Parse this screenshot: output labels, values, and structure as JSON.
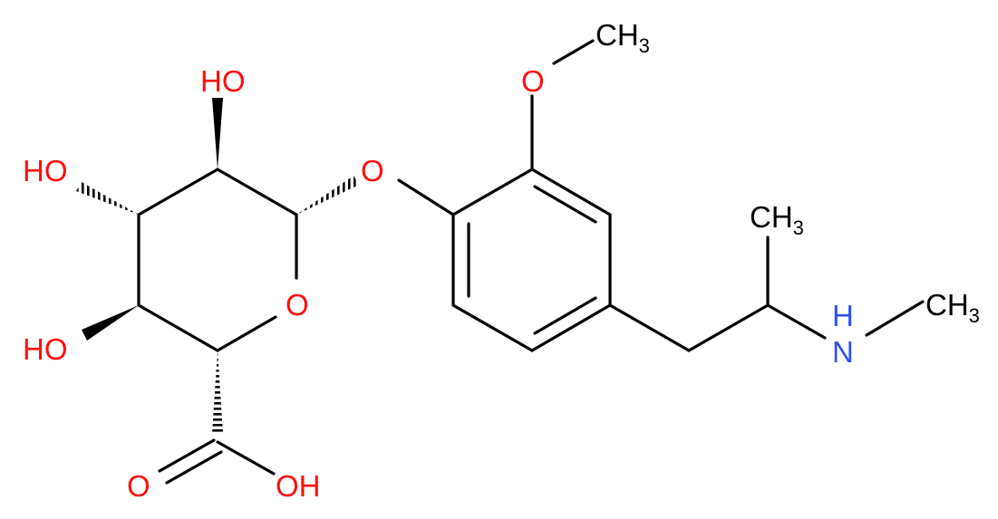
{
  "colors": {
    "bond": "#000000",
    "oxygen": "#ff0d0d",
    "nitrogen": "#3050f8",
    "carbon": "#000000"
  },
  "labels": {
    "oh_top": "HO",
    "oh_left": "HO",
    "oh_bottom_left": "HO",
    "ring_oxygen": "O",
    "glycosidic_oxygen": "O",
    "methoxy_oxygen": "O",
    "methoxy_methyl_main": "CH",
    "methoxy_methyl_sub": "3",
    "side_methyl_main": "CH",
    "side_methyl_sub": "3",
    "n_methyl_main": "CH",
    "n_methyl_sub": "3",
    "amine_h": "H",
    "amine_n": "N",
    "carbonyl_oxygen": "O",
    "acid_oh": "OH"
  }
}
